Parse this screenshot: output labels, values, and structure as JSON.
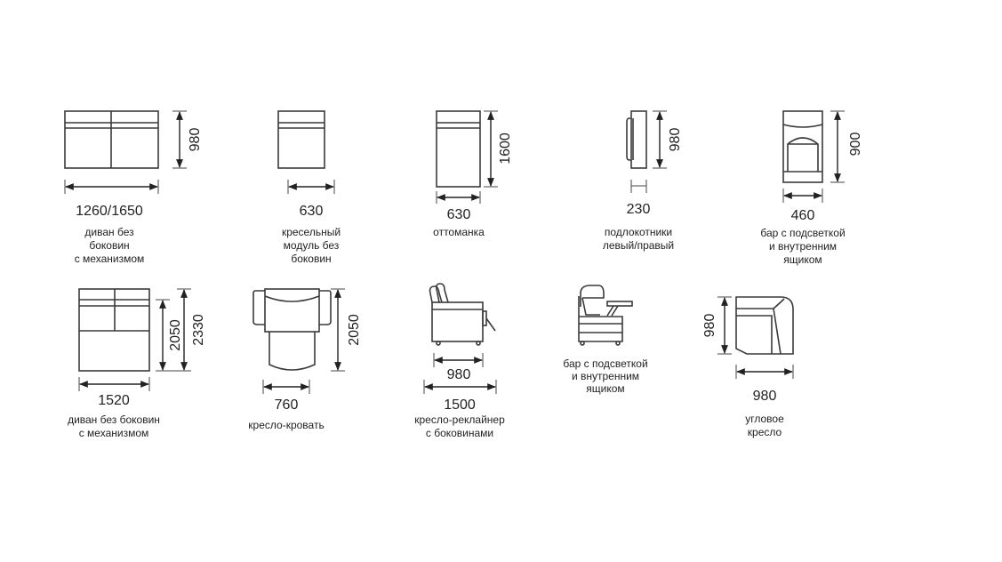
{
  "items": [
    {
      "dims": [
        "980",
        "1260/1650"
      ],
      "caption": [
        "диван без",
        "боковин",
        "с механизмом"
      ]
    },
    {
      "dims": [
        "630"
      ],
      "caption": [
        "кресельный",
        "модуль без",
        "боковин"
      ]
    },
    {
      "dims": [
        "1600",
        "630"
      ],
      "caption": [
        "оттоманка"
      ]
    },
    {
      "dims": [
        "980",
        "230"
      ],
      "caption": [
        "подлокотники",
        "левый/правый"
      ]
    },
    {
      "dims": [
        "900",
        "460"
      ],
      "caption": [
        "бар с подсветкой",
        "и внутренним",
        "ящиком"
      ]
    },
    {
      "dims": [
        "2050",
        "2330",
        "1520"
      ],
      "caption": [
        "диван без боковин",
        "с механизмом"
      ]
    },
    {
      "dims": [
        "2050",
        "760"
      ],
      "caption": [
        "кресло-кровать"
      ]
    },
    {
      "dims": [
        "980",
        "1500"
      ],
      "caption": [
        "кресло-реклайнер",
        "с боковинами"
      ]
    },
    {
      "dims": [],
      "caption": [
        "бар с подсветкой",
        "и внутренним",
        "ящиком"
      ]
    },
    {
      "dims": [
        "980",
        "980"
      ],
      "caption": [
        "угловое",
        "кресло"
      ]
    }
  ]
}
